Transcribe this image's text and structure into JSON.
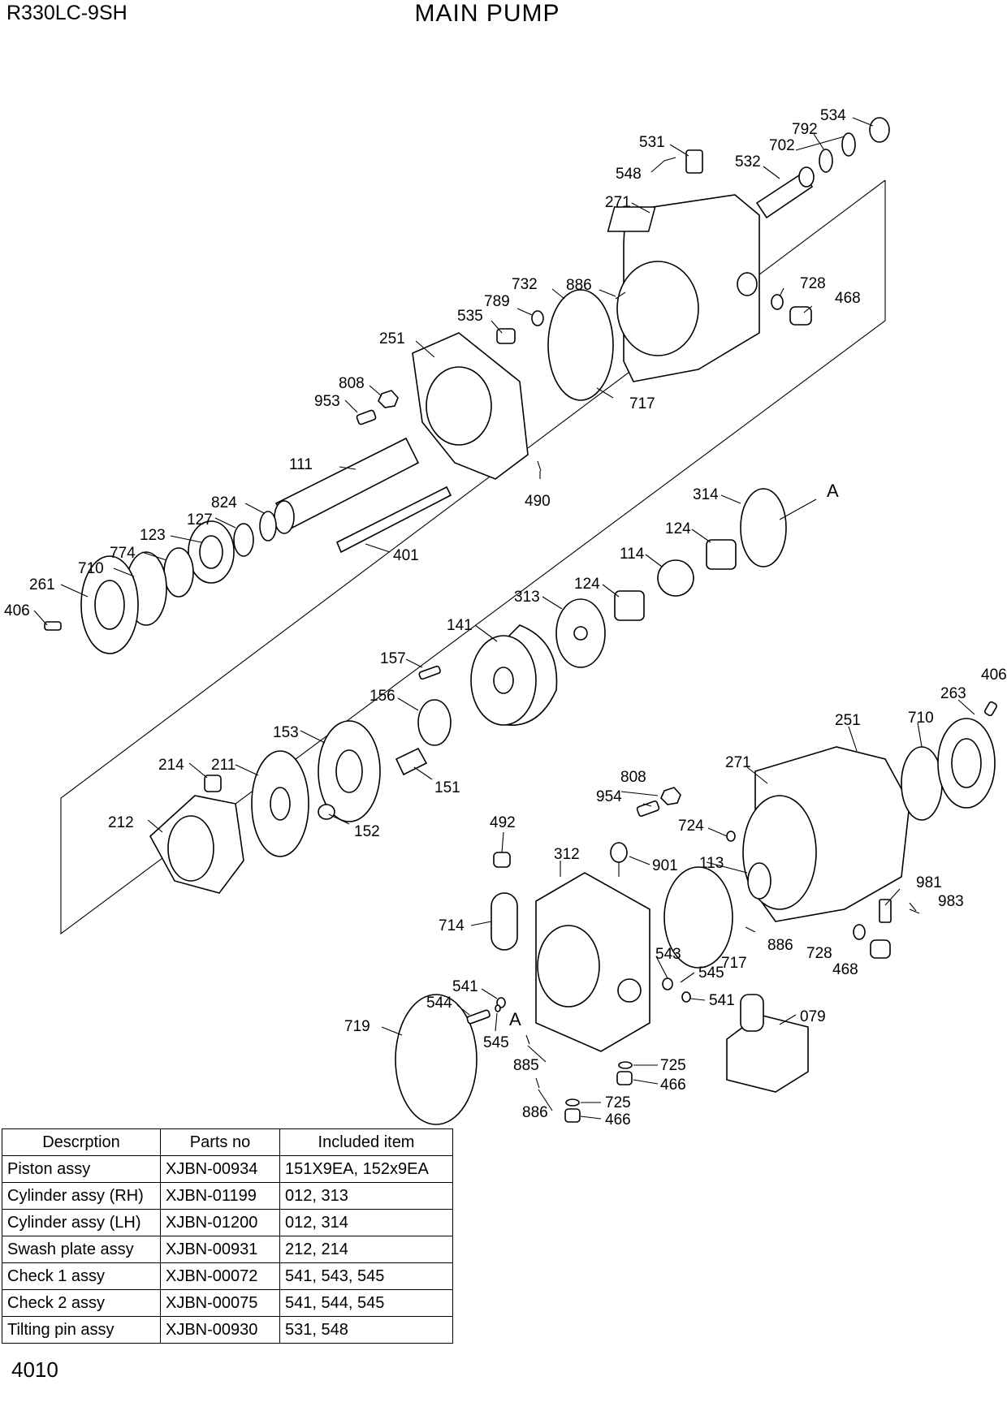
{
  "header": {
    "model": "R330LC-9SH",
    "title": "MAIN PUMP"
  },
  "footer": {
    "page_number": "4010"
  },
  "diagram": {
    "callouts": [
      "534",
      "792",
      "702",
      "531",
      "548",
      "532",
      "271",
      "732",
      "886",
      "728",
      "468",
      "789",
      "535",
      "251",
      "717",
      "808",
      "953",
      "111",
      "490",
      "824",
      "127",
      "123",
      "774",
      "710",
      "261",
      "406",
      "401",
      "314",
      "A",
      "124",
      "114",
      "313",
      "141",
      "157",
      "156",
      "153",
      "214",
      "211",
      "151",
      "212",
      "152",
      "263",
      "954",
      "492",
      "312",
      "901",
      "113",
      "724",
      "981",
      "983",
      "714",
      "543",
      "545",
      "541",
      "544",
      "719",
      "885",
      "725",
      "466",
      "079"
    ]
  },
  "table": {
    "headers": [
      "Descrption",
      "Parts no",
      "Included item"
    ],
    "rows": [
      [
        "Piston assy",
        "XJBN-00934",
        "151X9EA, 152x9EA"
      ],
      [
        "Cylinder assy (RH)",
        "XJBN-01199",
        "012, 313"
      ],
      [
        "Cylinder assy (LH)",
        "XJBN-01200",
        "012, 314"
      ],
      [
        "Swash plate assy",
        "XJBN-00931",
        "212, 214"
      ],
      [
        "Check 1 assy",
        "XJBN-00072",
        "541, 543, 545"
      ],
      [
        "Check 2 assy",
        "XJBN-00075",
        "541, 544, 545"
      ],
      [
        "Tilting pin assy",
        "XJBN-00930",
        "531, 548"
      ]
    ]
  }
}
